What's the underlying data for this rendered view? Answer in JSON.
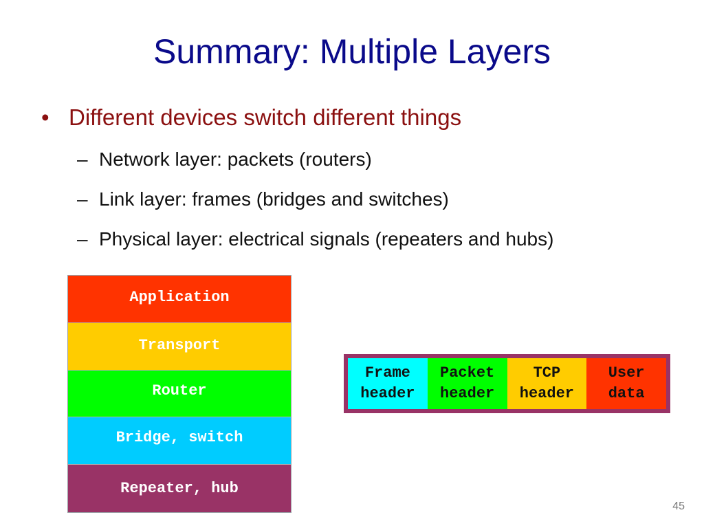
{
  "title": "Summary: Multiple Layers",
  "bullet": {
    "marker": "•",
    "text": "Different devices switch different things"
  },
  "sub_items": [
    {
      "dash": "–",
      "text": "Network layer: packets (routers)"
    },
    {
      "dash": "–",
      "text": "Link layer: frames (bridges and switches)"
    },
    {
      "dash": "–",
      "text": "Physical layer: electrical signals (repeaters and hubs)"
    }
  ],
  "stack_layers": [
    {
      "label": "Application",
      "color": "#ff3300"
    },
    {
      "label": "Transport",
      "color": "#ffcc00"
    },
    {
      "label": "Router",
      "color": "#00ff00"
    },
    {
      "label": "Bridge, switch",
      "color": "#00ccff"
    },
    {
      "label": "Repeater, hub",
      "color": "#993366"
    }
  ],
  "packet": {
    "border_color": "#993366",
    "fields": [
      {
        "line1": "Frame",
        "line2": "header",
        "color": "#00ffff"
      },
      {
        "line1": "Packet",
        "line2": "header",
        "color": "#00ff00"
      },
      {
        "line1": "TCP",
        "line2": "header",
        "color": "#ffcc00"
      },
      {
        "line1": "User",
        "line2": "data",
        "color": "#ff3300"
      }
    ]
  },
  "page_number": "45"
}
